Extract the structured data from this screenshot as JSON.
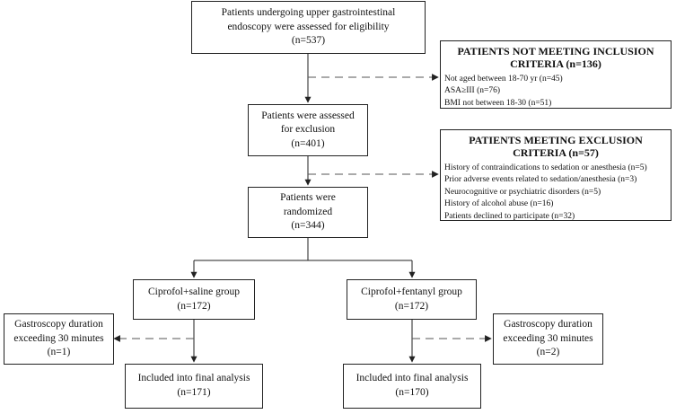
{
  "boxes": {
    "assessed_eligibility": {
      "lines": [
        "Patients undergoing upper gastrointestinal",
        "endoscopy were assessed for eligibility"
      ],
      "count": "(n=537)"
    },
    "assessed_exclusion": {
      "lines": [
        "Patients were assessed",
        "for exclusion"
      ],
      "count": "(n=401)"
    },
    "randomized": {
      "lines": [
        "Patients were",
        "randomized"
      ],
      "count": "(n=344)"
    },
    "saline_group": {
      "lines": [
        "Ciprofol+saline group"
      ],
      "count": "(n=172)"
    },
    "fentanyl_group": {
      "lines": [
        "Ciprofol+fentanyl group"
      ],
      "count": "(n=172)"
    },
    "left_exceed": {
      "lines": [
        "Gastroscopy duration",
        "exceeding 30 minutes"
      ],
      "count": "(n=1)"
    },
    "right_exceed": {
      "lines": [
        "Gastroscopy duration",
        "exceeding 30 minutes"
      ],
      "count": "(n=2)"
    },
    "final_saline": {
      "lines": [
        "Included into final analysis"
      ],
      "count": "(n=171)"
    },
    "final_fentanyl": {
      "lines": [
        "Included into final analysis"
      ],
      "count": "(n=170)"
    }
  },
  "not_inclusion": {
    "title_lines": [
      "PATIENTS NOT MEETING INCLUSION",
      "CRITERIA (n=136)"
    ],
    "items": [
      "Not aged between 18-70 yr (n=45)",
      "ASA≥III (n=76)",
      "BMI not between 18-30 (n=51)"
    ]
  },
  "exclusion": {
    "title_lines": [
      "PATIENTS MEETING EXCLUSION",
      "CRITERIA (n=57)"
    ],
    "items": [
      "History of contraindications to sedation or anesthesia (n=5)",
      "Prior adverse events related to sedation/anesthesia (n=3)",
      "Neurocognitive or psychiatric disorders (n=5)",
      "History of alcohol abuse (n=16)",
      "Patients declined to participate (n=32)"
    ]
  }
}
